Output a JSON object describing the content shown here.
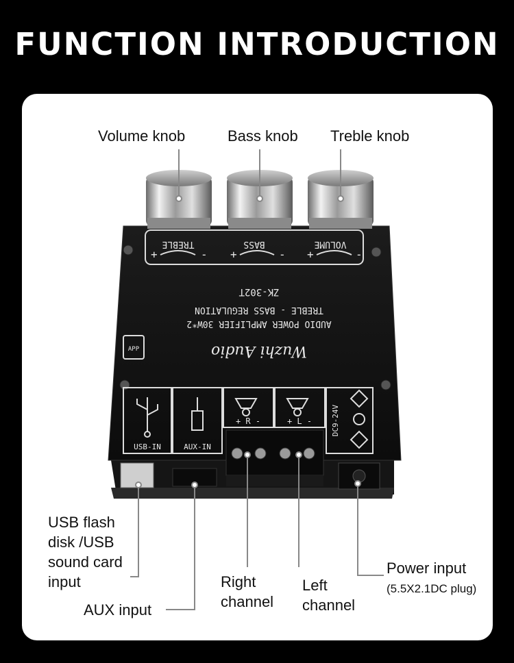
{
  "page": {
    "title": "FUNCTION INTRODUCTION"
  },
  "labels": {
    "volume_knob": "Volume knob",
    "bass_knob": "Bass knob",
    "treble_knob": "Treble knob",
    "usb_input": "USB flash\ndisk /USB\nsound card\ninput",
    "aux_input": "AUX input",
    "right_channel": "Right\nchannel",
    "left_channel": "Left\nchannel",
    "power_input": "Power input",
    "power_plug_note": "(5.5X2.1DC plug)"
  },
  "board": {
    "volume": "VOLUME",
    "bass": "BASS",
    "treble": "TREBLE",
    "line1": "AUDIO POWER AMPLIFIER 30W*2",
    "line2": "TREBLE - BASS REGULATION",
    "model": "ZK-302T",
    "brand": "Wuzhi Audio",
    "app": "APP",
    "usb_in": "USB-IN",
    "aux_in": "AUX-IN",
    "right": "+ R -",
    "left": "+ L -",
    "voltage": "DC9-24V",
    "plus": "+",
    "minus": "-"
  }
}
